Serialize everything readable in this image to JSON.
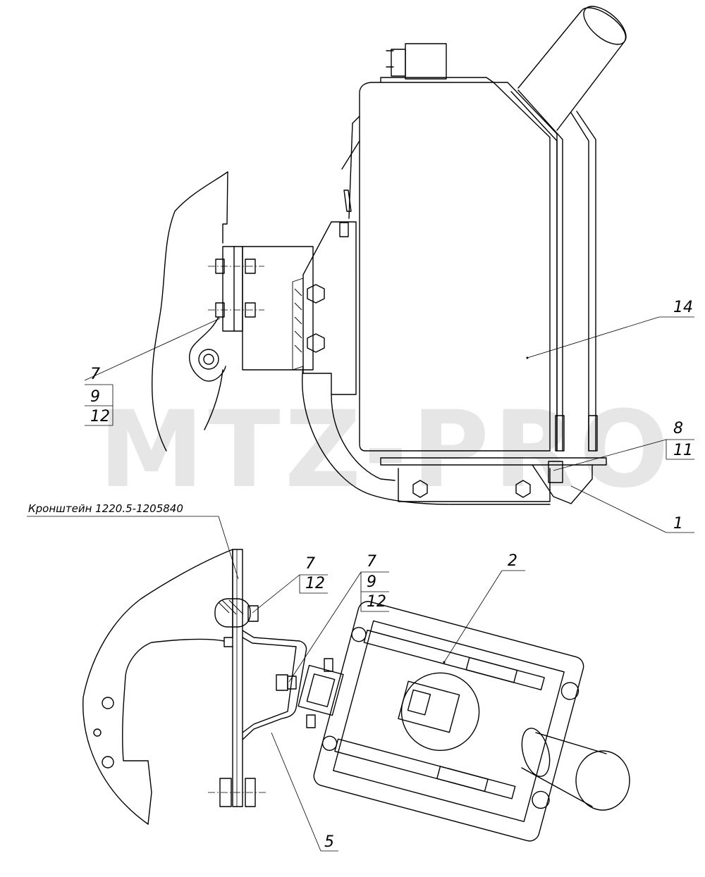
{
  "watermark": "MTZ-PRO",
  "callouts": {
    "top_left": [
      "7",
      "9",
      "12"
    ],
    "tank": "14",
    "right": [
      "8",
      "11"
    ],
    "bottom_right": "1",
    "bracket_label": "Кронштейн  1220.5-1205840",
    "lower_a": [
      "7",
      "12"
    ],
    "lower_b": [
      "7",
      "9",
      "12"
    ],
    "lower_pump": "2",
    "lower_bracket": "5"
  }
}
